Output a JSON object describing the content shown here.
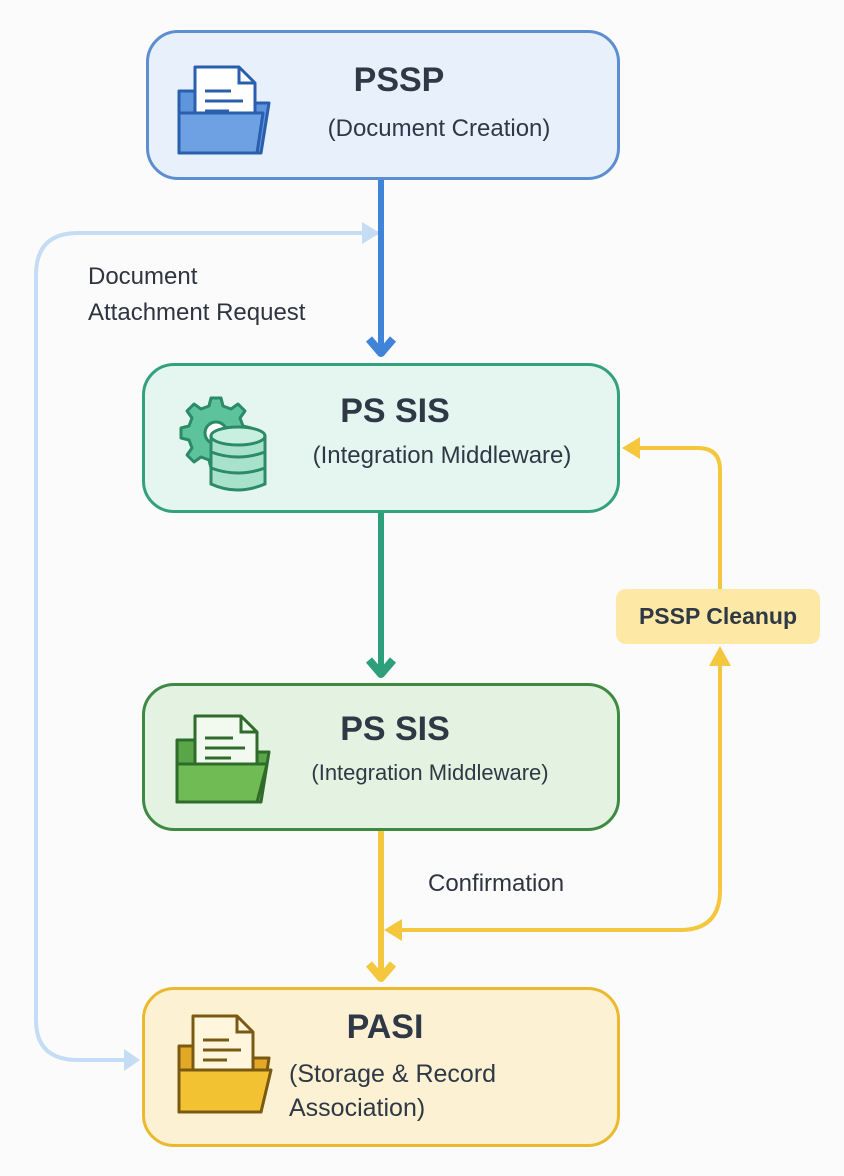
{
  "nodes": {
    "pssp": {
      "title": "PSSP",
      "subtitle": "(Document Creation)",
      "icon": "document-folder-icon"
    },
    "pssis_middleware": {
      "title": "PS SIS",
      "subtitle": "(Integration Middleware)",
      "icon": "gear-database-icon"
    },
    "pssis_folder": {
      "title": "PS SIS",
      "subtitle": "(Integration Middleware)",
      "icon": "document-folder-icon"
    },
    "pasi": {
      "title": "PASI",
      "subtitle_line1": "(Storage & Record",
      "subtitle_line2": "Association)",
      "icon": "document-folder-icon"
    }
  },
  "edges": {
    "attachment_request": {
      "line1": "Document",
      "line2": "Attachment Request"
    },
    "confirmation": {
      "label": "Confirmation"
    },
    "cleanup": {
      "label": "PSSP Cleanup"
    }
  },
  "colors": {
    "blue": "#3f84d8",
    "light_blue": "#c4ddf5",
    "teal": "#2e9f7b",
    "yellow": "#f4c73e"
  }
}
